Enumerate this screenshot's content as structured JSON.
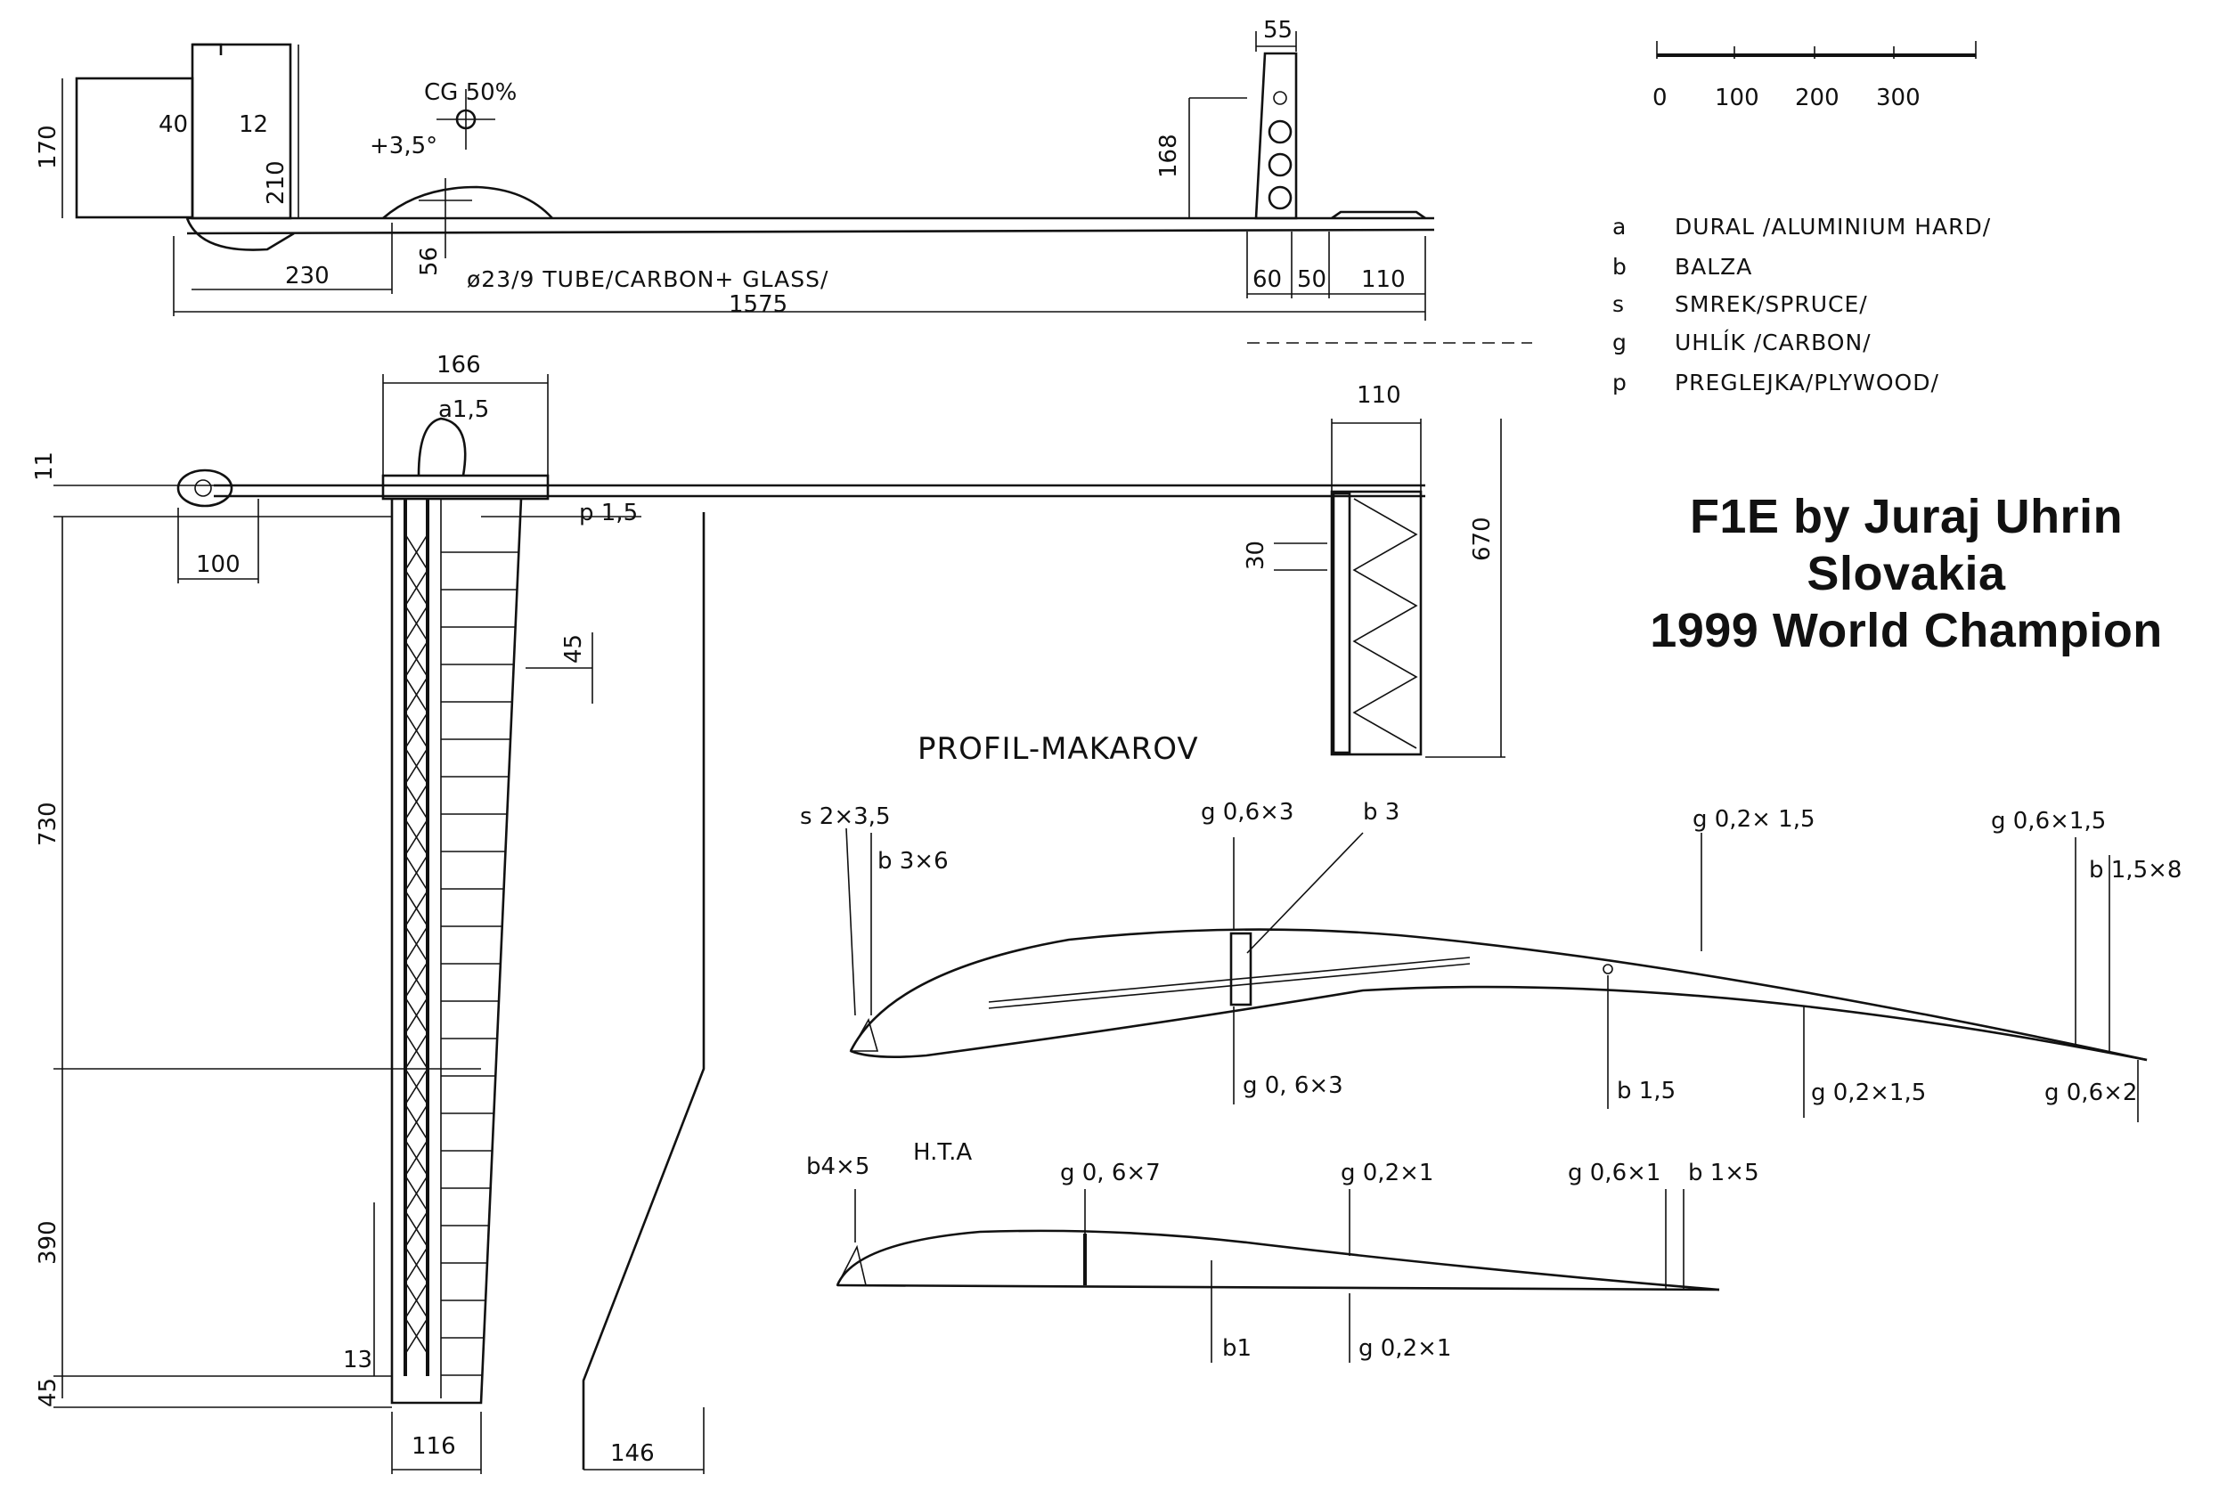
{
  "title": {
    "line1": "F1E by Juraj Uhrin",
    "line2": "Slovakia",
    "line3": "1999 World Champion"
  },
  "scale": {
    "ticks": [
      "0",
      "100",
      "200",
      "300"
    ]
  },
  "legend": [
    {
      "key": "a",
      "text": "DURAL /ALUMINIUM HARD/"
    },
    {
      "key": "b",
      "text": "BALZA"
    },
    {
      "key": "s",
      "text": "SMREK/SPRUCE/"
    },
    {
      "key": "g",
      "text": "UHLÍK /CARBON/"
    },
    {
      "key": "p",
      "text": "PREGLEJKA/PLYWOOD/"
    }
  ],
  "side_view": {
    "cg": "CG 50%",
    "angle": "+3,5°",
    "fin_h": "170",
    "d40": "40",
    "d12": "12",
    "d210": "210",
    "d230": "230",
    "d56": "56",
    "tube": "ø23/9 TUBE/CARBON+ GLASS/",
    "length": "1575",
    "d55": "55",
    "d168": "168",
    "d60": "60",
    "d50": "50",
    "d110": "110"
  },
  "top_view": {
    "d166": "166",
    "a15": "a1,5",
    "d11": "11",
    "p15": "p 1,5",
    "d100": "100",
    "d45a": "45",
    "d730": "730",
    "d390": "390",
    "d45b": "45",
    "d13": "13",
    "d116": "116",
    "d146": "146",
    "stab_w": "110",
    "stab_span": "670",
    "d30": "30"
  },
  "profile": {
    "title": "PROFIL-MAKAROV",
    "s2x35": "s 2×3,5",
    "b3x6": "b 3×6",
    "g06x3_top": "g 0,6×3",
    "b3": "b 3",
    "g02x15_top": "g 0,2× 1,5",
    "g06x15": "g 0,6×1,5",
    "b15x8": "b 1,5×8",
    "g06x3_bot": "g 0, 6×3",
    "b15": "b 1,5",
    "g02x15_bot": "g 0,2×1,5",
    "g06x2": "g 0,6×2"
  },
  "hta": {
    "title": "H.T.A",
    "b4x5": "b4×5",
    "g06x7": "g 0, 6×7",
    "g02x1_top": "g 0,2×1",
    "g06x1": "g 0,6×1",
    "b1x5": "b 1×5",
    "b1": "b1",
    "g02x1_bot": "g 0,2×1"
  }
}
